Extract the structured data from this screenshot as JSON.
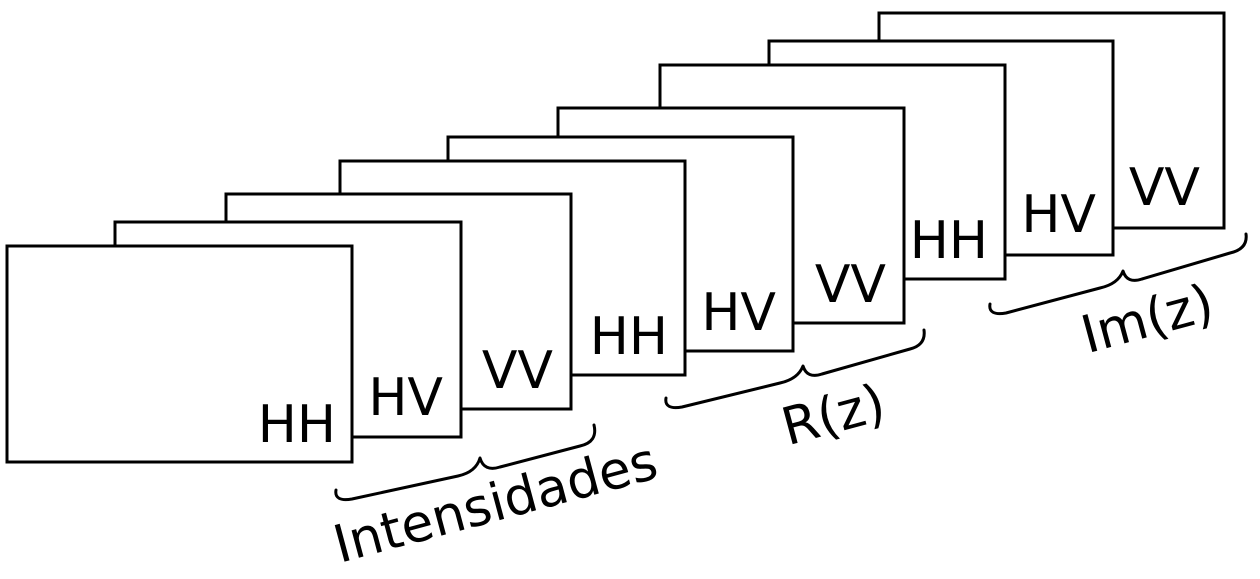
{
  "frames": [
    {
      "label": "HH"
    },
    {
      "label": "HV"
    },
    {
      "label": "VV"
    },
    {
      "label": "HH"
    },
    {
      "label": "HV"
    },
    {
      "label": "VV"
    },
    {
      "label": "HH"
    },
    {
      "label": "HV"
    },
    {
      "label": "VV"
    }
  ],
  "groups": [
    {
      "label": "Intensidades"
    },
    {
      "label": "R(z)"
    },
    {
      "label": "Im(z)"
    }
  ]
}
